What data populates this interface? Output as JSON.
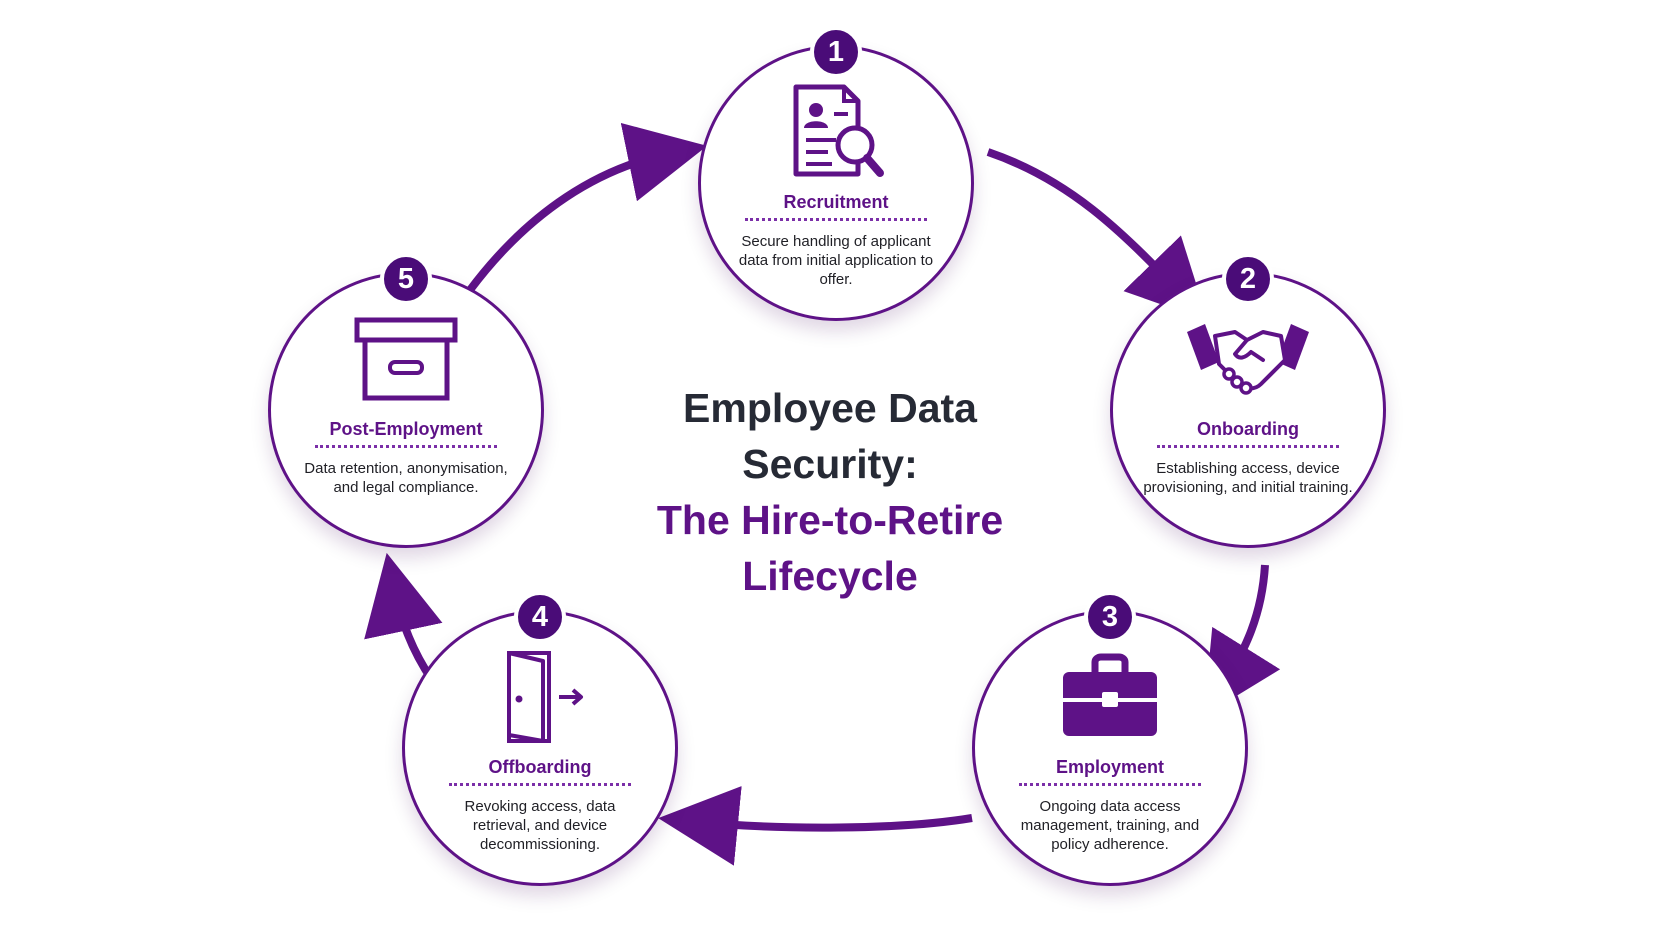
{
  "headline": {
    "line1": "Employee Data",
    "line2": "Security:",
    "line3": "The Hire-to-Retire",
    "line4": "Lifecycle"
  },
  "colors": {
    "primary": "#5e1287",
    "badge": "#4a0c78",
    "heading_dark": "#262a35",
    "text": "#1f1f25"
  },
  "stages": [
    {
      "number": "1",
      "title": "Recruitment",
      "icon": "resume-search-icon",
      "description": "Secure handling of applicant data from initial application to offer."
    },
    {
      "number": "2",
      "title": "Onboarding",
      "icon": "handshake-icon",
      "description": "Establishing access, device provisioning, and initial training."
    },
    {
      "number": "3",
      "title": "Employment",
      "icon": "briefcase-icon",
      "description": "Ongoing data access management, training, and policy adherence."
    },
    {
      "number": "4",
      "title": "Offboarding",
      "icon": "door-exit-icon",
      "description": "Revoking access, data retrieval, and device decommissioning."
    },
    {
      "number": "5",
      "title": "Post-Employment",
      "icon": "archive-box-icon",
      "description": "Data retention, anonymisation, and legal compliance."
    }
  ]
}
